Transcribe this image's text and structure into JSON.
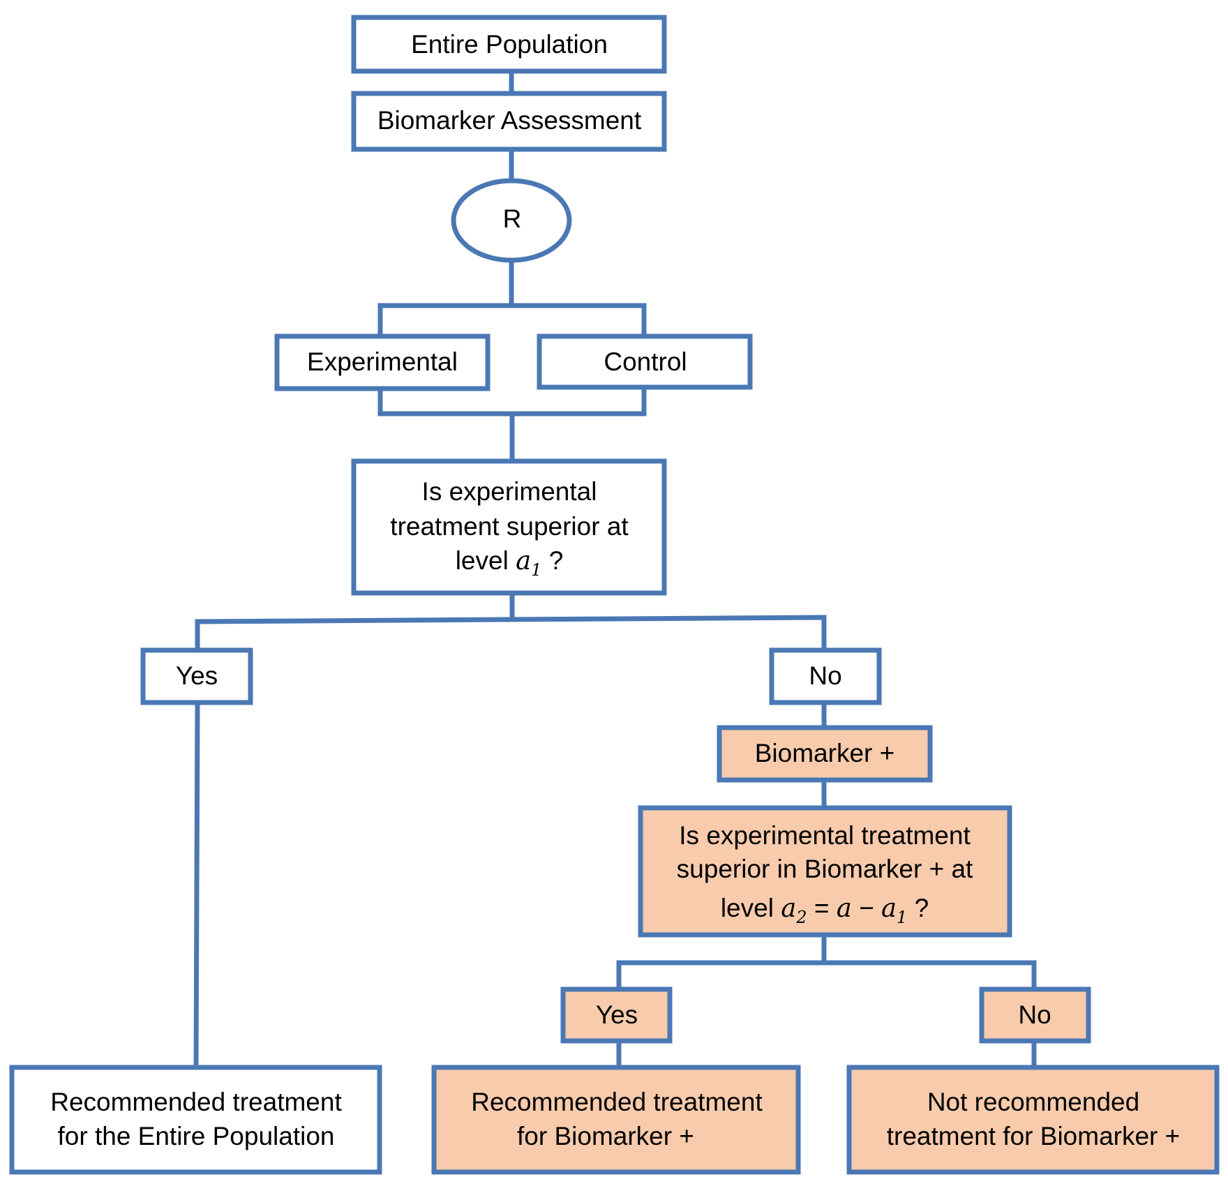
{
  "colors": {
    "stroke": "#4a78b4",
    "white_fill": "#ffffff",
    "highlight_fill": "#f7cbac"
  },
  "nodes": {
    "entire_population": "Entire Population",
    "biomarker_assessment": "Biomarker Assessment",
    "randomization": "R",
    "experimental": "Experimental",
    "control": "Control",
    "question1": {
      "line1": "Is experimental",
      "line2": "treatment superior at",
      "line3_prefix": "level ",
      "var": "a",
      "sub": "1",
      "suffix": " ?"
    },
    "yes_left": "Yes",
    "no_right": "No",
    "biomarker_plus": "Biomarker +",
    "question2": {
      "line1": "Is experimental treatment",
      "line2": "superior in Biomarker + at",
      "line3_prefix": "level ",
      "a2_var": "a",
      "a2_sub": "2",
      "eq": " = ",
      "a_var": "a",
      "minus": " − ",
      "a1_var": "a",
      "a1_sub": "1",
      "suffix": " ?"
    },
    "yes_bottom": "Yes",
    "no_bottom": "No",
    "rec_entire": {
      "line1": "Recommended treatment",
      "line2": "for the Entire Population"
    },
    "rec_biomarker": {
      "line1": "Recommended treatment",
      "line2": "for Biomarker +"
    },
    "not_rec_biomarker": {
      "line1": "Not recommended",
      "line2": "treatment for Biomarker +"
    }
  }
}
